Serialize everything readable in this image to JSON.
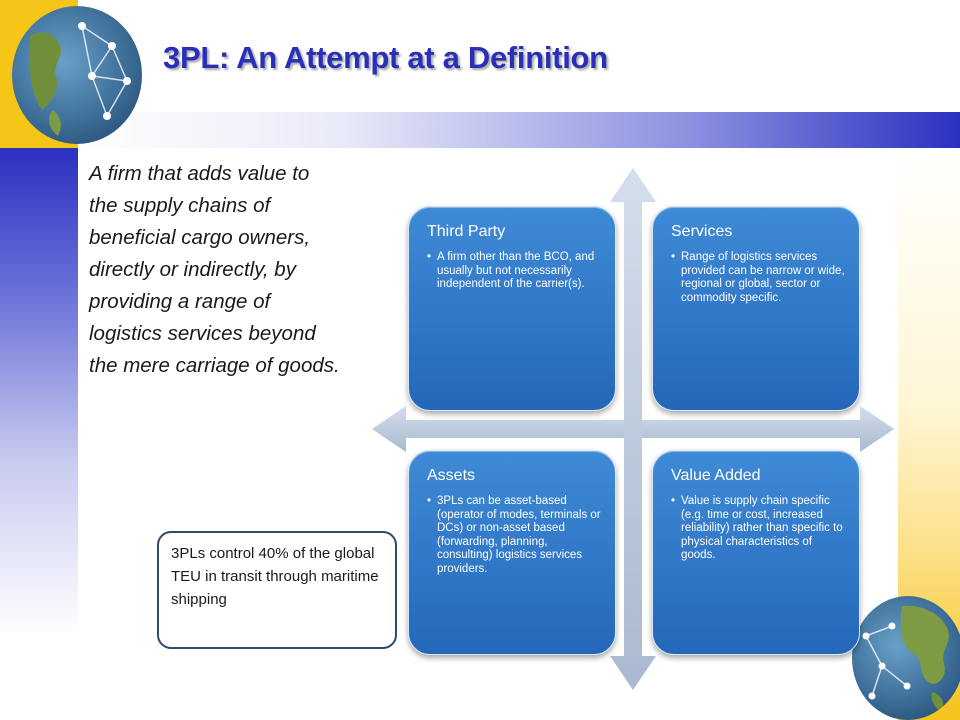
{
  "slide": {
    "title": "3PL: An Attempt at a Definition",
    "definition": "A firm that adds value to\nthe supply chains of\nbeneficial cargo owners,\ndirectly or indirectly, by\nproviding a range of\nlogistics services beyond\nthe mere carriage of goods.",
    "quadrants": [
      {
        "heading": "Third Party",
        "bullet": "A firm other than the BCO, and usually but not necessarily independent of the carrier(s)."
      },
      {
        "heading": "Services",
        "bullet": "Range of logistics services provided can be narrow or wide, regional or global, sector or commodity specific."
      },
      {
        "heading": "Assets",
        "bullet": "3PLs can be asset-based (operator of modes, terminals or DCs) or non-asset based (forwarding, planning, consulting) logistics services providers."
      },
      {
        "heading": "Value Added",
        "bullet": "Value is supply chain specific (e.g. time or cost, increased reliability) rather than specific to physical characteristics of goods."
      }
    ],
    "bullet_glyph": "•",
    "callout": "3PLs control 40% of the global TEU in transit through maritime shipping"
  },
  "colors": {
    "title": "#2a2fb7",
    "quad_fill": "#2f76c6",
    "arrow": "#b9c8dd",
    "accent_yellow": "#f5c518",
    "accent_blue": "#2b30c0"
  },
  "icons": {
    "globe_top_left": "globe-network-icon",
    "globe_bottom_right": "globe-network-icon"
  }
}
